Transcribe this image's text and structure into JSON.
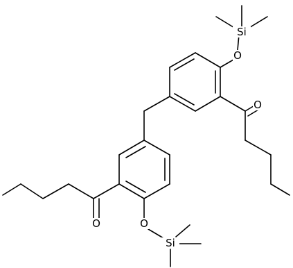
{
  "diagram": {
    "type": "skeletal-structure",
    "colors": {
      "bond": "#000000",
      "label": "#000000",
      "background": "#ffffff"
    },
    "atom_labels": {
      "o_ether_upper": "O",
      "si_upper": "Si",
      "o_carbonyl_upper": "O",
      "o_carbonyl_lower": "O",
      "o_ether_lower": "O",
      "si_lower": "Si"
    }
  }
}
